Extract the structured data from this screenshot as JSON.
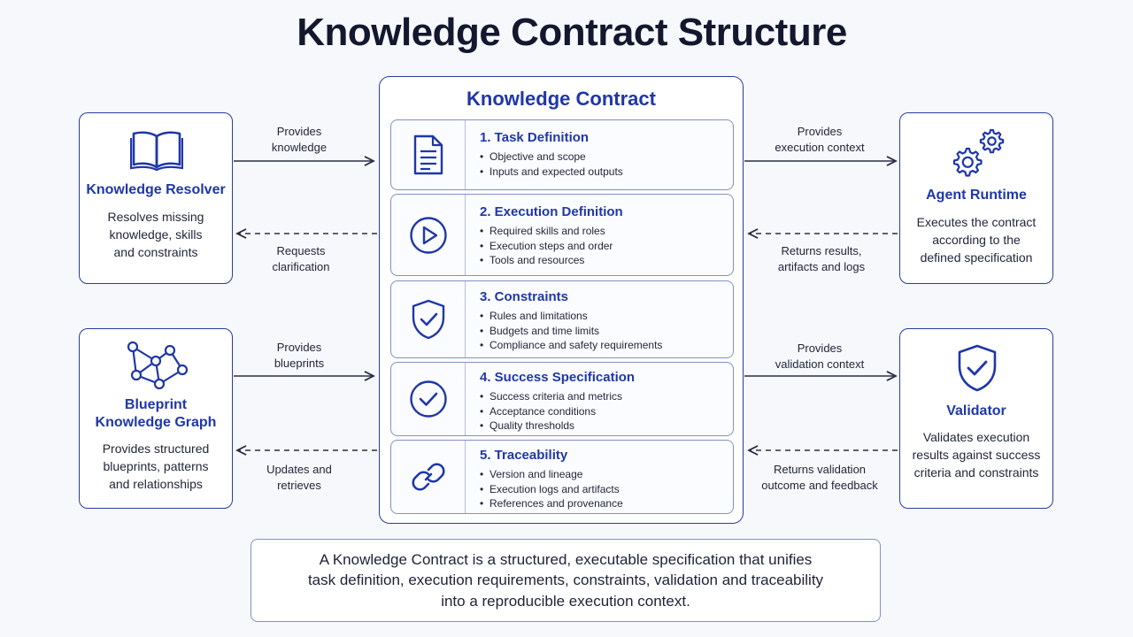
{
  "title": "Knowledge Contract Structure",
  "colors": {
    "accent": "#1f37a8",
    "border": "#283c9c",
    "background": "#f7f8fc"
  },
  "center": {
    "title": "Knowledge Contract",
    "sections": [
      {
        "title": "1. Task Definition",
        "icon": "document-icon",
        "items": [
          "Objective and scope",
          "Inputs and expected outputs"
        ]
      },
      {
        "title": "2. Execution Definition",
        "icon": "play-icon",
        "items": [
          "Required skills and roles",
          "Execution steps and order",
          "Tools and resources"
        ]
      },
      {
        "title": "3. Constraints",
        "icon": "shield-check-icon",
        "items": [
          "Rules and limitations",
          "Budgets and time limits",
          "Compliance and safety requirements"
        ]
      },
      {
        "title": "4. Success Specification",
        "icon": "check-circle-icon",
        "items": [
          "Success criteria and metrics",
          "Acceptance conditions",
          "Quality thresholds"
        ]
      },
      {
        "title": "5. Traceability",
        "icon": "link-icon",
        "items": [
          "Version and lineage",
          "Execution logs and artifacts",
          "References and provenance"
        ]
      }
    ]
  },
  "left": {
    "resolver": {
      "title": "Knowledge Resolver",
      "icon": "book-icon",
      "desc": [
        "Resolves missing",
        "knowledge, skills",
        "and constraints"
      ]
    },
    "graph": {
      "title": [
        "Blueprint",
        "Knowledge Graph"
      ],
      "icon": "graph-icon",
      "desc": [
        "Provides structured",
        "blueprints, patterns",
        "and relationships"
      ]
    }
  },
  "right": {
    "runtime": {
      "title": "Agent Runtime",
      "icon": "gears-icon",
      "desc": [
        "Executes the contract",
        "according to the",
        "defined specification"
      ]
    },
    "validator": {
      "title": "Validator",
      "icon": "shield-check-icon",
      "desc": [
        "Validates execution",
        "results against success",
        "criteria and constraints"
      ]
    }
  },
  "flows": {
    "provides_knowledge": [
      "Provides",
      "knowledge"
    ],
    "requests_clarification": [
      "Requests",
      "clarification"
    ],
    "provides_blueprints": [
      "Provides",
      "blueprints"
    ],
    "updates_retrieves": [
      "Updates and",
      "retrieves"
    ],
    "provides_execution_context": [
      "Provides",
      "execution context"
    ],
    "returns_results": [
      "Returns results,",
      "artifacts and logs"
    ],
    "provides_validation_context": [
      "Provides",
      "validation context"
    ],
    "returns_validation": [
      "Returns validation",
      "outcome and feedback"
    ]
  },
  "footer": [
    "A Knowledge Contract is a structured, executable specification that unifies",
    "task definition, execution requirements, constraints, validation and traceability",
    "into a reproducible execution context."
  ]
}
